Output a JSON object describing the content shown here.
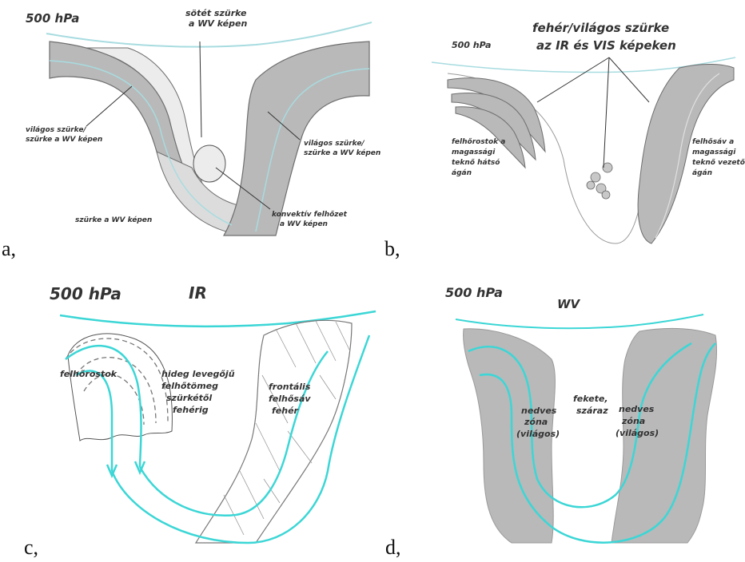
{
  "panel_a": {
    "letter": "a,",
    "pressure_label": "500 hPa",
    "top_label_1": "sötét szürke",
    "top_label_2": "a WV képen",
    "left_label_1": "világos szürke/",
    "left_label_2": "szürke a WV képen",
    "right_label_1": "világos szürke/",
    "right_label_2": "szürke a WV képen",
    "bottom_label": "szürke a WV képen",
    "convective_1": "konvektív felhőzet",
    "convective_2": "a WV képen"
  },
  "panel_b": {
    "letter": "b,",
    "pressure_label": "500 hPa",
    "title_1": "fehér/világos szürke",
    "title_2": "az IR és VIS képeken",
    "left_label_1": "felhőrostok a",
    "left_label_2": "magassági",
    "left_label_3": "teknő hátsó",
    "left_label_4": "ágán",
    "right_label_1": "felhősáv a",
    "right_label_2": "magassági",
    "right_label_3": "teknő vezető",
    "right_label_4": "ágán"
  },
  "panel_c": {
    "letter": "c,",
    "pressure_label": "500 hPa",
    "channel": "IR",
    "left_label": "felhőrostok",
    "middle_label_1": "hideg levegőjű",
    "middle_label_2": "felhőtömeg",
    "middle_label_3": "szürkétől",
    "middle_label_4": "fehérig",
    "right_label_1": "frontális",
    "right_label_2": "felhősáv",
    "right_label_3": "fehér"
  },
  "panel_d": {
    "letter": "d,",
    "pressure_label": "500 hPa",
    "channel": "WV",
    "left_label_1": "nedves",
    "left_label_2": "zóna",
    "left_label_3": "(világos)",
    "middle_label_1": "fekete,",
    "middle_label_2": "száraz",
    "right_label_1": "nedves",
    "right_label_2": "zóna",
    "right_label_3": "(világos)"
  },
  "colors": {
    "gray_fill": "#b9b9b9",
    "light_fill": "#ececec",
    "cyan_line": "#3cd6d6",
    "pale_cyan": "#a8dce0",
    "outline": "#6e6e6e"
  }
}
